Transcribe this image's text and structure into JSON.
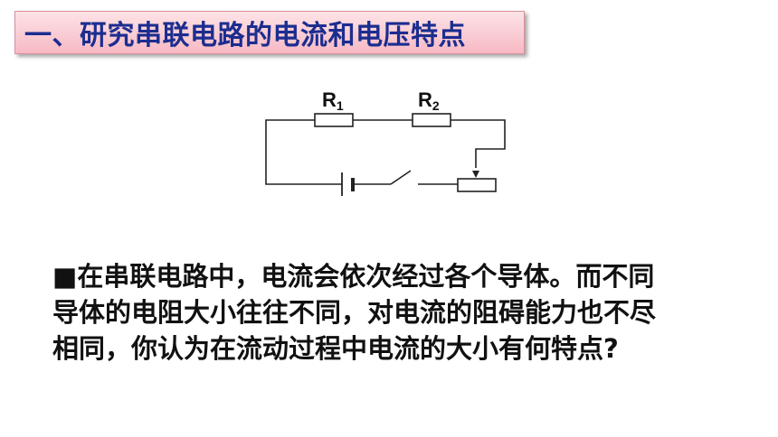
{
  "title": "一、研究串联电路的电流和电压特点",
  "circuit": {
    "r1_main": "R",
    "r1_sub": "1",
    "r2_main": "R",
    "r2_sub": "2"
  },
  "body": {
    "bullet": "■",
    "lines": [
      "在串联电路中，电流会依次经过各个导体。而不同",
      "导体的电阻大小往往不同，对电流的阻碍能力也不尽",
      "相同，你认为在流动过程中电流的大小有何特点?"
    ]
  }
}
